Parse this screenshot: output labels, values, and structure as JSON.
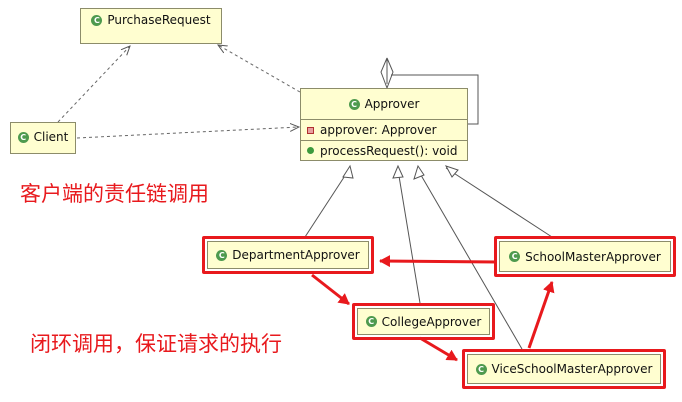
{
  "classes": {
    "purchase_request": {
      "name": "PurchaseRequest"
    },
    "client": {
      "name": "Client"
    },
    "approver": {
      "name": "Approver",
      "field": "approver: Approver",
      "method": "processRequest(): void"
    },
    "department": {
      "name": "DepartmentApprover"
    },
    "college": {
      "name": "CollegeApprover"
    },
    "school_master": {
      "name": "SchoolMasterApprover"
    },
    "vice_school_master": {
      "name": "ViceSchoolMasterApprover"
    }
  },
  "annotations": {
    "client_chain": "客户端的责任链调用",
    "closed_loop": "闭环调用，保证请求的执行"
  },
  "colors": {
    "class_fill": "#fffed0",
    "highlight": "#e8191d",
    "class_icon": "#4e9a4e"
  }
}
